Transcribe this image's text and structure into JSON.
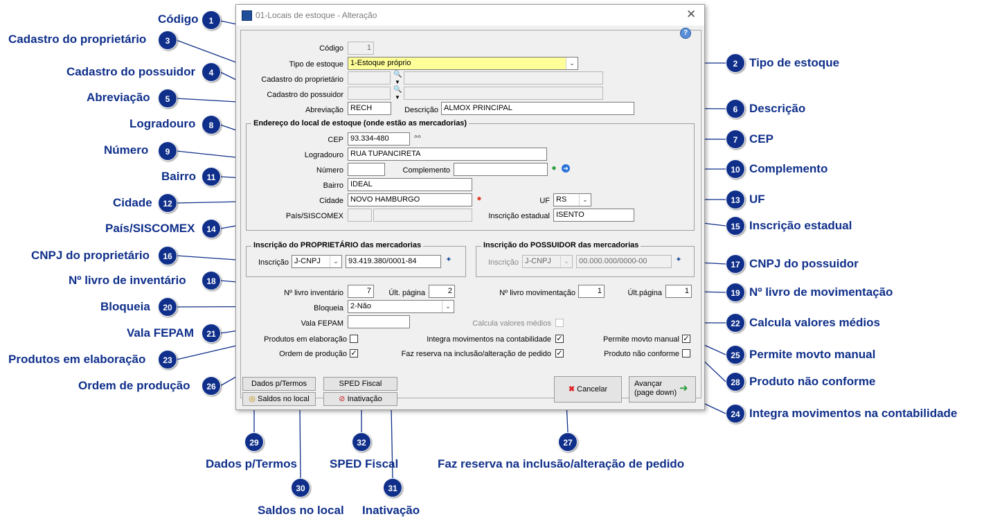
{
  "window": {
    "title": "01-Locais de estoque - Alteração"
  },
  "form": {
    "codigo_label": "Código",
    "codigo_value": "1",
    "tipo_estoque_label": "Tipo de estoque",
    "tipo_estoque_value": "1-Estoque próprio",
    "cad_prop_label": "Cadastro do proprietário",
    "cad_poss_label": "Cadastro do possuidor",
    "abrev_label": "Abreviação",
    "abrev_value": "RECH",
    "descricao_label": "Descrição",
    "descricao_value": "ALMOX PRINCIPAL",
    "endereco_group": "Endereço do local de estoque (onde estão as mercadorias)",
    "cep_label": "CEP",
    "cep_value": "93.334-480",
    "logradouro_label": "Logradouro",
    "logradouro_value": "RUA TUPANCIRETA",
    "numero_label": "Número",
    "numero_value": "",
    "complemento_label": "Complemento",
    "complemento_value": "",
    "bairro_label": "Bairro",
    "bairro_value": "IDEAL",
    "cidade_label": "Cidade",
    "cidade_value": "NOVO HAMBURGO",
    "uf_label": "UF",
    "uf_value": "RS",
    "pais_label": "País/SISCOMEX",
    "ie_label": "Inscrição estadual",
    "ie_value": "ISENTO",
    "prop_group": "Inscrição do PROPRIETÁRIO das mercadorias",
    "prop_inscr_label": "Inscrição",
    "prop_inscr_type": "J-CNPJ",
    "prop_cnpj": "93.419.380/0001-84",
    "poss_group": "Inscrição do POSSUIDOR das mercadorias",
    "poss_inscr_label": "Inscrição",
    "poss_inscr_type": "J-CNPJ",
    "poss_cnpj": "00.000.000/0000-00",
    "livro_inv_label": "Nº livro inventário",
    "livro_inv_value": "7",
    "ult_pag_label": "Últ. página",
    "ult_pag_value": "2",
    "livro_mov_label": "Nº livro movimentação",
    "livro_mov_value": "1",
    "ult_pag2_label": "Últ.página",
    "ult_pag2_value": "1",
    "bloqueia_label": "Bloqueia",
    "bloqueia_value": "2-Não",
    "vala_label": "Vala FEPAM",
    "vala_value": "",
    "calcula_label": "Calcula valores médios",
    "prod_elab_label": "Produtos em elaboração",
    "integra_label": "Integra movimentos na contabilidade",
    "permite_label": "Permite movto manual",
    "ordem_label": "Ordem de produção",
    "faz_reserva_label": "Faz reserva na inclusão/alteração de pedido",
    "nao_conforme_label": "Produto não conforme"
  },
  "checks": {
    "calcula": false,
    "prod_elab": false,
    "integra": true,
    "permite": true,
    "ordem": true,
    "faz_reserva": true,
    "nao_conforme": false
  },
  "buttons": {
    "dados_termos": "Dados p/Termos",
    "sped": "SPED Fiscal",
    "saldos": "Saldos no local",
    "inativacao": "Inativação",
    "cancelar": "Cancelar",
    "avancar_1": "Avançar",
    "avancar_2": "(page down)"
  },
  "callouts": {
    "c1": {
      "n": "1",
      "t": "Código"
    },
    "c2": {
      "n": "2",
      "t": "Tipo de estoque"
    },
    "c3": {
      "n": "3",
      "t": "Cadastro do proprietário"
    },
    "c4": {
      "n": "4",
      "t": "Cadastro do possuidor"
    },
    "c5": {
      "n": "5",
      "t": "Abreviação"
    },
    "c6": {
      "n": "6",
      "t": "Descrição"
    },
    "c7": {
      "n": "7",
      "t": "CEP"
    },
    "c8": {
      "n": "8",
      "t": "Logradouro"
    },
    "c9": {
      "n": "9",
      "t": "Número"
    },
    "c10": {
      "n": "10",
      "t": "Complemento"
    },
    "c11": {
      "n": "11",
      "t": "Bairro"
    },
    "c12": {
      "n": "12",
      "t": "Cidade"
    },
    "c13": {
      "n": "13",
      "t": "UF"
    },
    "c14": {
      "n": "14",
      "t": "País/SISCOMEX"
    },
    "c15": {
      "n": "15",
      "t": "Inscrição estadual"
    },
    "c16": {
      "n": "16",
      "t": "CNPJ do proprietário"
    },
    "c17": {
      "n": "17",
      "t": "CNPJ do possuidor"
    },
    "c18": {
      "n": "18",
      "t": "Nº livro de inventário"
    },
    "c19": {
      "n": "19",
      "t": "Nº livro de movimentação"
    },
    "c20": {
      "n": "20",
      "t": "Bloqueia"
    },
    "c21": {
      "n": "21",
      "t": "Vala FEPAM"
    },
    "c22": {
      "n": "22",
      "t": "Calcula valores médios"
    },
    "c23": {
      "n": "23",
      "t": "Produtos em elaboração"
    },
    "c24": {
      "n": "24",
      "t": "Integra movimentos na contabilidade"
    },
    "c25": {
      "n": "25",
      "t": "Permite movto manual"
    },
    "c26": {
      "n": "26",
      "t": "Ordem de produção"
    },
    "c27": {
      "n": "27",
      "t": "Faz reserva na inclusão/alteração de pedido"
    },
    "c28": {
      "n": "28",
      "t": "Produto não conforme"
    },
    "c29": {
      "n": "29",
      "t": "Dados p/Termos"
    },
    "c30": {
      "n": "30",
      "t": "Saldos no local"
    },
    "c31": {
      "n": "31",
      "t": "Inativação"
    },
    "c32": {
      "n": "32",
      "t": "SPED Fiscal"
    }
  },
  "colors": {
    "callout": "#0f2f8a",
    "field_highlight": "#ffff99"
  }
}
